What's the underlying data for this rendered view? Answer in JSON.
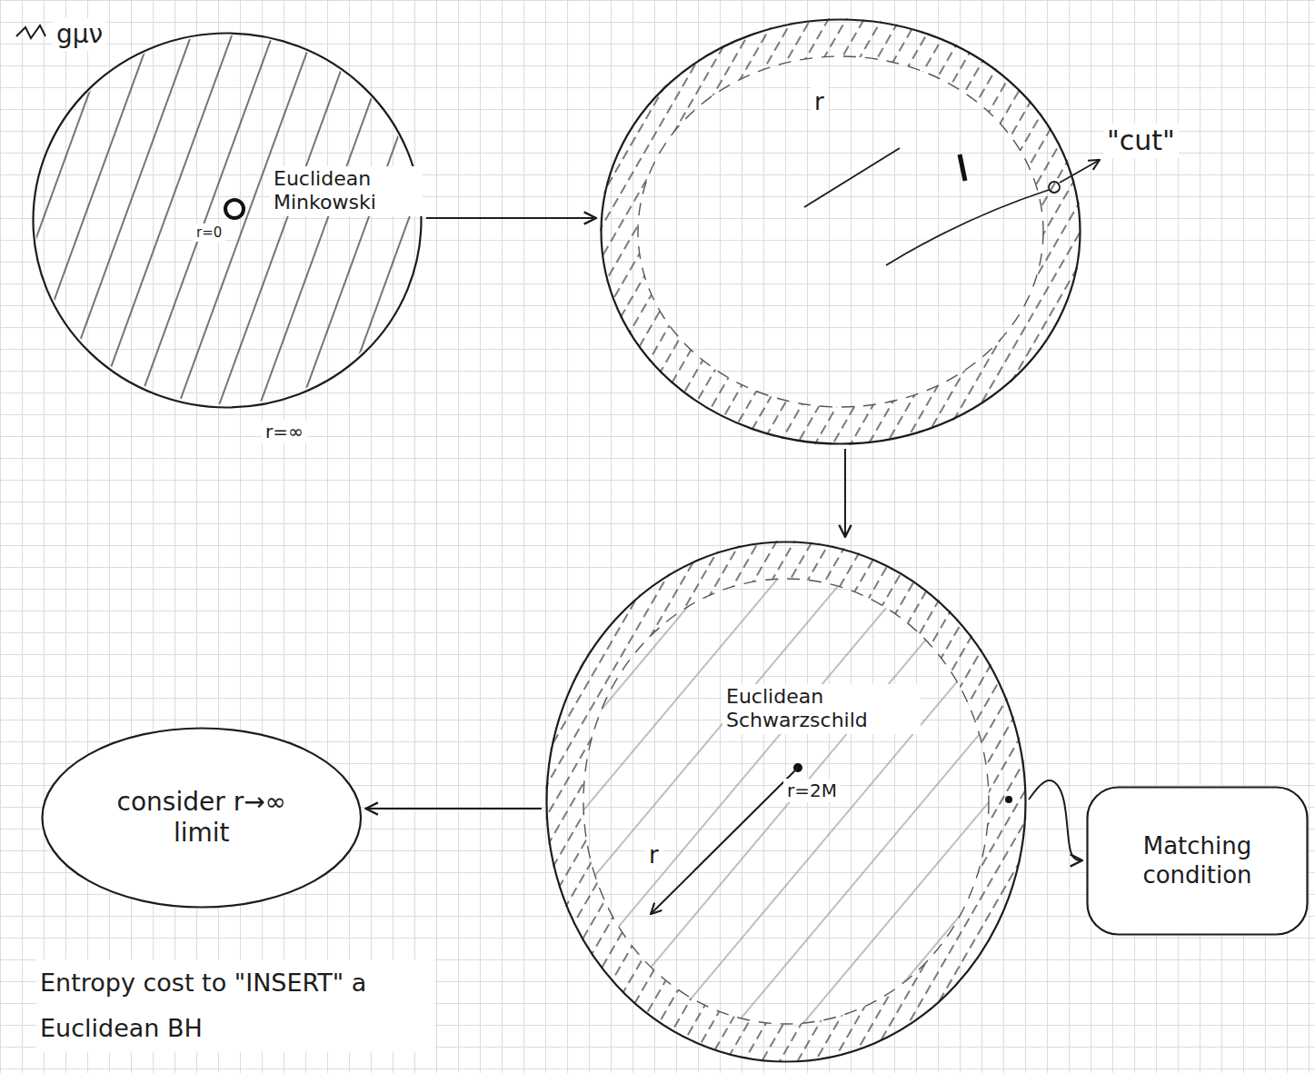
{
  "diagram": {
    "nodes": [
      {
        "text": [
          "Euclidean Minkowski"
        ]
      },
      {
        "text": [
          "r"
        ]
      },
      {
        "text": [
          "Euclidean Schwarzschild",
          "r=2M",
          "r"
        ]
      },
      {
        "text": [
          "consider r→∞ limit"
        ]
      },
      {
        "text": [
          "Matching condition"
        ]
      }
    ],
    "edges": [
      {
        "from": 0,
        "to": 1,
        "arrow": "to"
      },
      {
        "from": 1,
        "to": 2,
        "arrow": "to"
      },
      {
        "from": 2,
        "to": 3,
        "arrow": "to"
      },
      {
        "from": 2,
        "to": 4,
        "arrow": "to"
      }
    ],
    "labels": [
      "gμν",
      "r=0",
      "r=∞",
      "\"cut\"",
      "Entropy cost to \"INSERT\" a Euclidean BH"
    ]
  }
}
